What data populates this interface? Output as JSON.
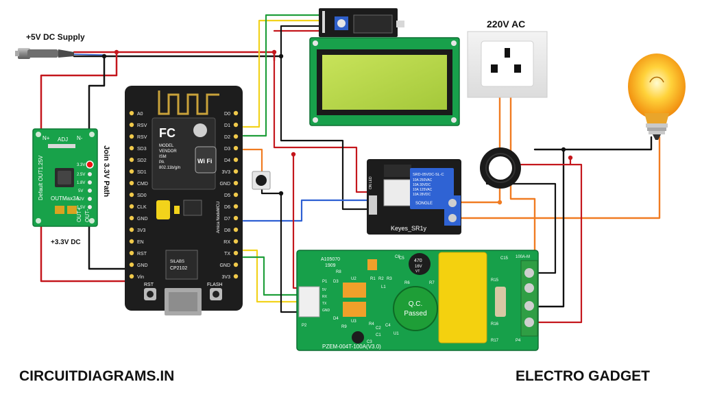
{
  "labels": {
    "supply": "+5V DC Supply",
    "ac": "220V AC",
    "join_path": "Join 3.3V Path",
    "out_33": "+3.3V DC",
    "footer_left": "CIRCUITDIAGRAMS.IN",
    "footer_right": "ELECTRO GADGET"
  },
  "buck_module": {
    "in_plus": "N+",
    "in_minus": "N-",
    "adj": "ADJ",
    "out_plus": "OUT+",
    "out_minus": "OUT-",
    "default": "Default OUT1.25V",
    "model": "OUTMax3A",
    "v33": "3.3V",
    "v25": "2.5V",
    "v18": "1.8V",
    "v5": "5V",
    "v12": "12V",
    "v15": "1.5V"
  },
  "nodemcu": {
    "left_pins": [
      "A0",
      "RSV",
      "RSV",
      "SD3",
      "SD2",
      "SD1",
      "CMD",
      "SD0",
      "CLK",
      "GND",
      "3V3",
      "EN",
      "RST",
      "GND",
      "Vin"
    ],
    "right_pins": [
      "D0",
      "D1",
      "D2",
      "D3",
      "D4",
      "3V3",
      "GND",
      "D5",
      "D6",
      "D7",
      "D8",
      "RX",
      "TX",
      "GND",
      "3V3"
    ],
    "module_text": [
      "MODEL",
      "VENDOR",
      "ISM",
      "PA",
      "802.11b/g/n"
    ],
    "wifi": "Wi Fi",
    "fcc": "FC",
    "usb_chip": [
      "SILABS",
      "CP2102"
    ],
    "rst": "RST",
    "flash": "FLASH",
    "vertical_text": "Amica NodeMCU"
  },
  "relay": {
    "label": "Keyes_SR1y",
    "spec": [
      "SRD-05VDC-SL-C",
      "10A 250VAC",
      "10A 30VDC",
      "10A 125VAC",
      "10A 28VDC"
    ],
    "brand": "SONGLE",
    "ledtag": "ON LED"
  },
  "pzem": {
    "code": "A105070",
    "date": "1909",
    "model": "PZEM-004T-100A(V3.0)",
    "qc": [
      "Q.C.",
      "Passed"
    ],
    "cap": [
      "470",
      "16V",
      "VT"
    ],
    "terminal": "100A-M",
    "parts": [
      "R8",
      "R9",
      "C6",
      "R1",
      "R2",
      "R3",
      "R4",
      "R6",
      "R7",
      "U1",
      "U2",
      "U3",
      "C1",
      "C2",
      "C3",
      "C4",
      "C5",
      "C15",
      "D3",
      "D4",
      "L1",
      "R15",
      "R16",
      "R17",
      "P1",
      "P2",
      "P4"
    ],
    "uart": [
      "5V",
      "RX",
      "TX",
      "GND"
    ]
  },
  "colors": {
    "wire_red": "#c4161c",
    "wire_black": "#111111",
    "wire_yellow": "#f2d21b",
    "wire_green": "#1f9e3a",
    "wire_blue": "#2d5fd3",
    "wire_orange": "#f07b21",
    "pcb_green": "#17a04a",
    "board_dark": "#1d1d1d",
    "lcd_screen": "#b9d84a"
  }
}
